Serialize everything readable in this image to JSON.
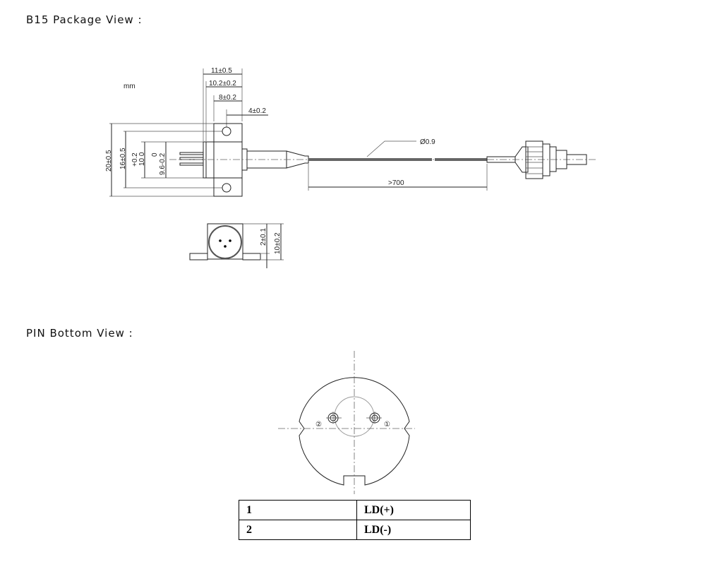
{
  "headings": {
    "package_view": "B15 Package View :",
    "pin_view": "PIN Bottom View :"
  },
  "drawing": {
    "unit": "mm",
    "dims": {
      "d11": "11±0.5",
      "d10_2": "10.2±0.2",
      "d8": "8±0.2",
      "d4": "4±0.2",
      "fiber_dia": "Ø0.9",
      "fiber_len": ">700",
      "h20": "20±0.5",
      "h16": "16±0.5",
      "h10_tol": "+0.2",
      "h10": "10 0",
      "h9_6_tol": "0",
      "h9_6": "9.6-0.2",
      "side_2": "2±0.1",
      "side_10": "10±0.2"
    },
    "pin_labels": {
      "p1": "①",
      "p2": "②"
    }
  },
  "pin_table": {
    "rows": [
      {
        "pin": "1",
        "function": "LD(+)"
      },
      {
        "pin": "2",
        "function": "LD(-)"
      }
    ]
  }
}
